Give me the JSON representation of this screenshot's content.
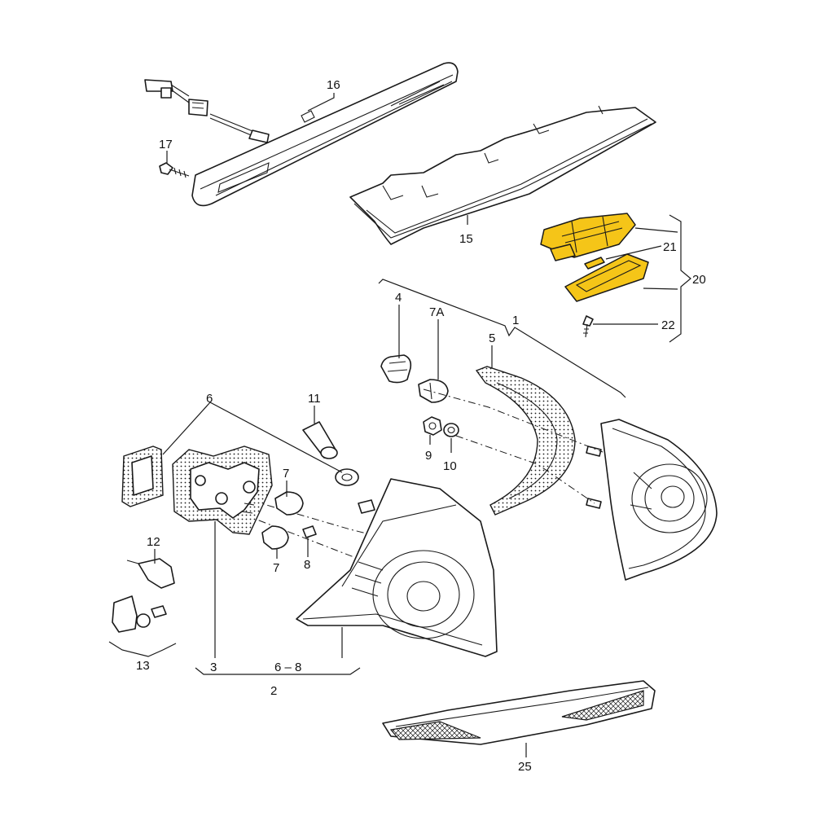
{
  "colors": {
    "highlight": "#F5C518",
    "line": "#1a1a1a",
    "background": "#ffffff"
  },
  "labels": {
    "p1": "1",
    "p2": "2",
    "p3": "3",
    "p4": "4",
    "p5": "5",
    "p6": "6",
    "p7a": "7",
    "p7b": "7",
    "p7A": "7A",
    "p8": "8",
    "p9": "9",
    "p10": "10",
    "p11": "11",
    "p12": "12",
    "p13": "13",
    "p15": "15",
    "p16": "16",
    "p17": "17",
    "p20": "20",
    "p21": "21",
    "p22": "22",
    "p25": "25",
    "p6to8": "6 – 8"
  }
}
